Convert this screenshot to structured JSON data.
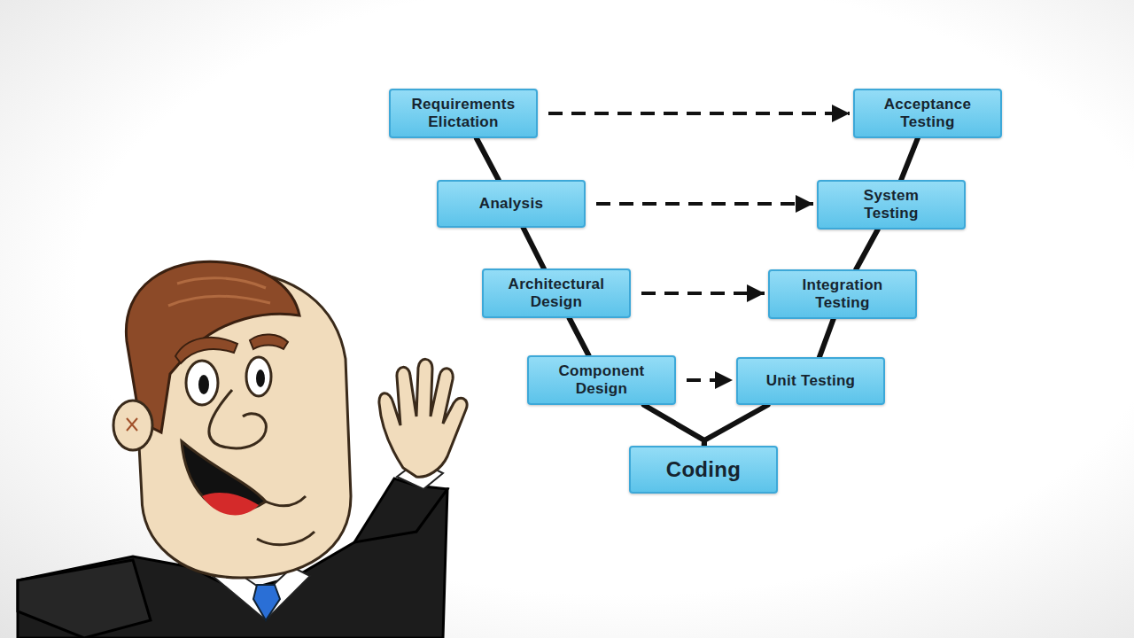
{
  "diagram": {
    "nodes": [
      {
        "text": [
          "Requirements Elictation"
        ]
      },
      {
        "text": [
          "Acceptance Testing"
        ]
      },
      {
        "text": [
          "Analysis"
        ]
      },
      {
        "text": [
          "System Testing"
        ]
      },
      {
        "text": [
          "Architectural Design"
        ]
      },
      {
        "text": [
          "Integration Testing"
        ]
      },
      {
        "text": [
          "Component Design"
        ]
      },
      {
        "text": [
          "Unit Testing"
        ]
      },
      {
        "text": [
          "Coding"
        ]
      }
    ],
    "edges": [
      {
        "from": 0,
        "to": 1,
        "arrow": "to"
      },
      {
        "from": 2,
        "to": 3,
        "arrow": "to"
      },
      {
        "from": 4,
        "to": 5,
        "arrow": "to"
      },
      {
        "from": 6,
        "to": 7,
        "arrow": "to"
      },
      {
        "from": 0,
        "to": 2,
        "arrow": "none"
      },
      {
        "from": 2,
        "to": 4,
        "arrow": "none"
      },
      {
        "from": 4,
        "to": 6,
        "arrow": "none"
      },
      {
        "from": 6,
        "to": 8,
        "arrow": "none"
      },
      {
        "from": 8,
        "to": 7,
        "arrow": "none"
      },
      {
        "from": 7,
        "to": 5,
        "arrow": "none"
      },
      {
        "from": 5,
        "to": 3,
        "arrow": "none"
      },
      {
        "from": 3,
        "to": 1,
        "arrow": "none"
      }
    ]
  }
}
